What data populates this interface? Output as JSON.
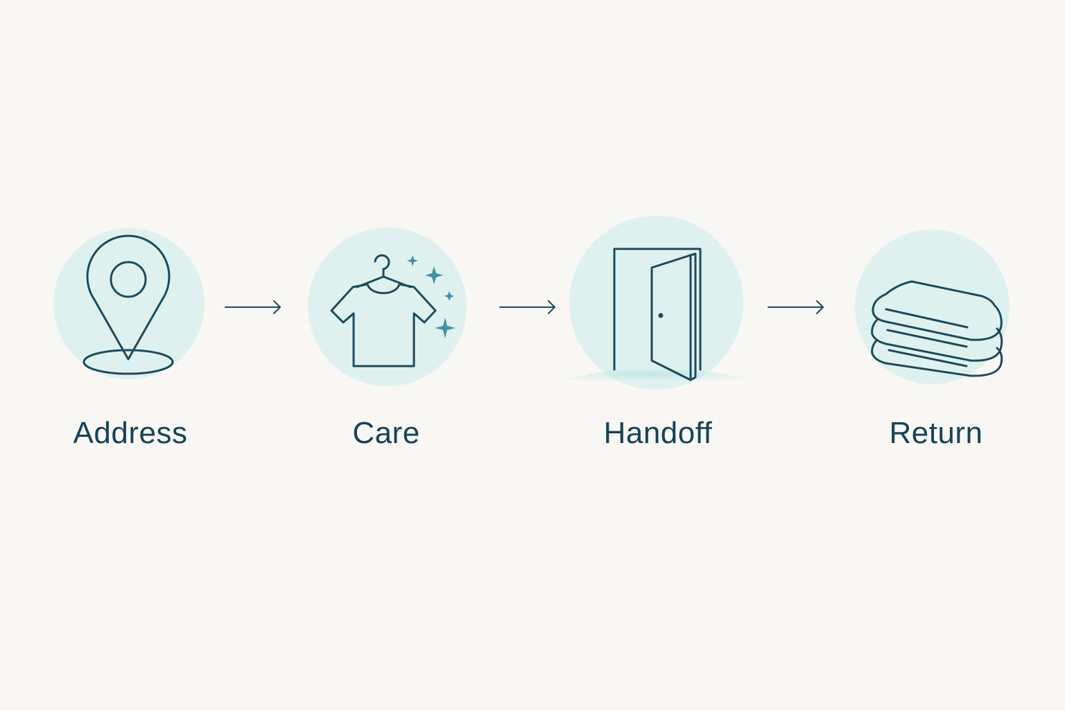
{
  "colors": {
    "background": "#f8f7f4",
    "circle_fill": "#dff1ef",
    "stroke": "#1c4a5c",
    "accent": "#3f93a0",
    "label": "#174356"
  },
  "steps": [
    {
      "label": "Address",
      "icon": "map-pin-icon"
    },
    {
      "label": "Care",
      "icon": "shirt-on-hanger-icon"
    },
    {
      "label": "Handoff",
      "icon": "open-door-icon"
    },
    {
      "label": "Return",
      "icon": "folded-towels-icon"
    }
  ],
  "connectors": [
    "arrow-right-icon",
    "arrow-right-icon",
    "arrow-right-icon"
  ]
}
